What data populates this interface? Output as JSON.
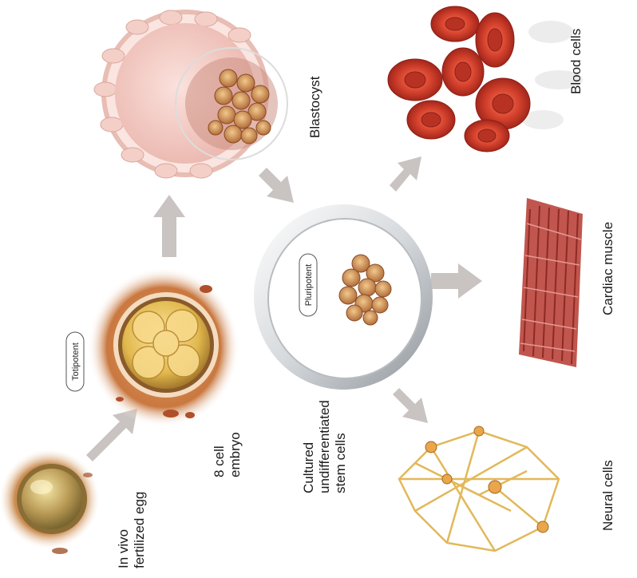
{
  "labels": {
    "egg_line1": "In vivo",
    "egg_line2": "fertilized egg",
    "embryo_line1": "8 cell",
    "embryo_line2": "embryo",
    "blastocyst": "Blastocyst",
    "cultured_line1": "Cultured",
    "cultured_line2": "undifferentiated",
    "cultured_line3": "stem cells",
    "blood": "Blood cells",
    "cardiac": "Cardiac muscle",
    "neural": "Neural cells"
  },
  "badges": {
    "totipotent": "Totipotent",
    "pluripotent": "Pluripotent"
  },
  "colors": {
    "arrow": "#c9c3c1",
    "blood": "#c8372a",
    "muscle": "#b5463f",
    "neural": "#e2b85a",
    "egg": "#b99a55",
    "embryo_bg": "#d98f5c",
    "blastocyst": "#f1c8c2",
    "dish": "#9ea3a8"
  }
}
